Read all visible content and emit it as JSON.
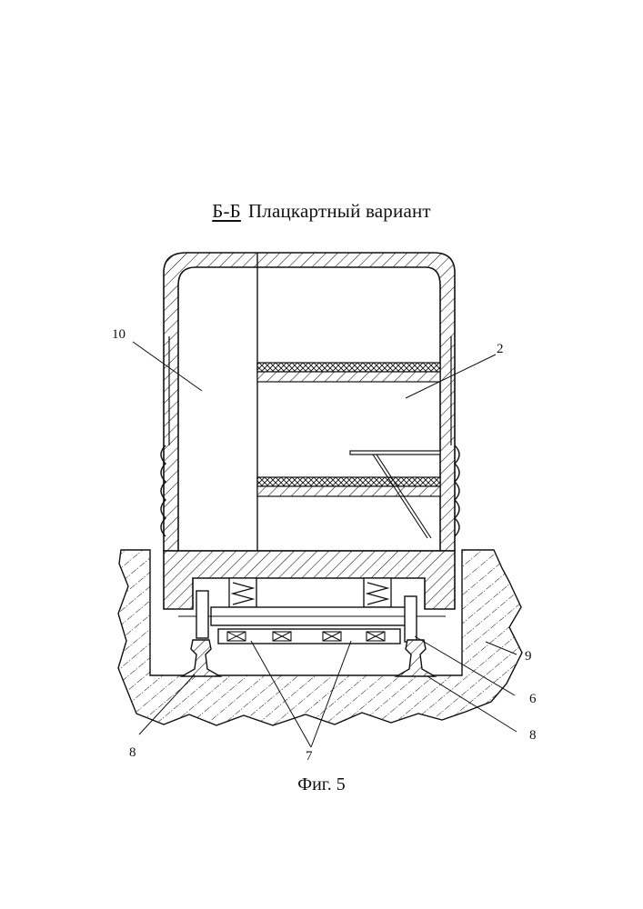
{
  "header": {
    "section_label": "Б-Б",
    "variant_label": "Плацкартный вариант"
  },
  "figure": {
    "caption": "Фиг. 5",
    "callouts": [
      "10",
      "2",
      "9",
      "6",
      "8",
      "8",
      "7"
    ]
  }
}
